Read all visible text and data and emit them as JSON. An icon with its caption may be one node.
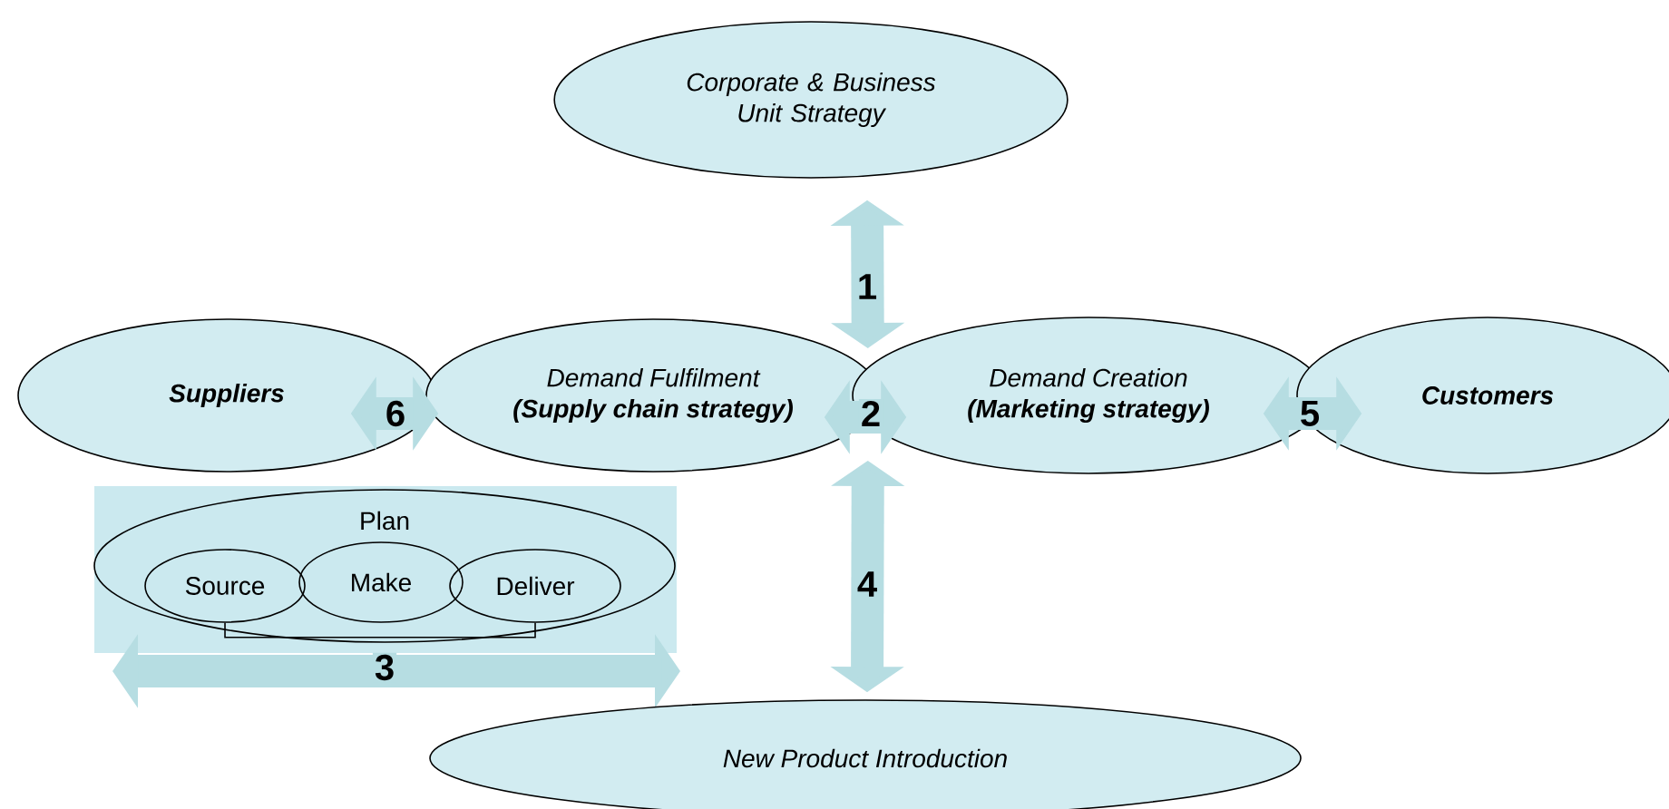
{
  "diagram": {
    "nodes": [
      {
        "text": [
          "Corporate & Business Unit Strategy"
        ]
      },
      {
        "text": [
          "Suppliers"
        ]
      },
      {
        "text": [
          "Demand Fulfilment",
          "(Supply chain strategy)"
        ]
      },
      {
        "text": [
          "Demand Creation",
          "(Marketing strategy)"
        ]
      },
      {
        "text": [
          "Customers"
        ]
      },
      {
        "text": [
          "Plan"
        ]
      },
      {
        "text": [
          "Source"
        ],
        "in": 5
      },
      {
        "text": [
          "Make"
        ],
        "in": 5
      },
      {
        "text": [
          "Deliver"
        ],
        "in": 5
      },
      {
        "text": [
          "New Product Introduction"
        ]
      }
    ],
    "edges": [
      {
        "from": 0,
        "to": 2,
        "arrow": "both",
        "label": "1"
      },
      {
        "from": 2,
        "to": 3,
        "arrow": "both",
        "label": "2"
      },
      {
        "from": 9,
        "to": 2,
        "arrow": "both",
        "label": "4"
      },
      {
        "from": 3,
        "to": 4,
        "arrow": "both",
        "label": "5"
      },
      {
        "from": 1,
        "to": 2,
        "arrow": "both",
        "label": "6"
      },
      {
        "from": 6,
        "to": 8,
        "arrow": "none",
        "color": "#000000"
      }
    ],
    "labels": [
      "3"
    ]
  }
}
